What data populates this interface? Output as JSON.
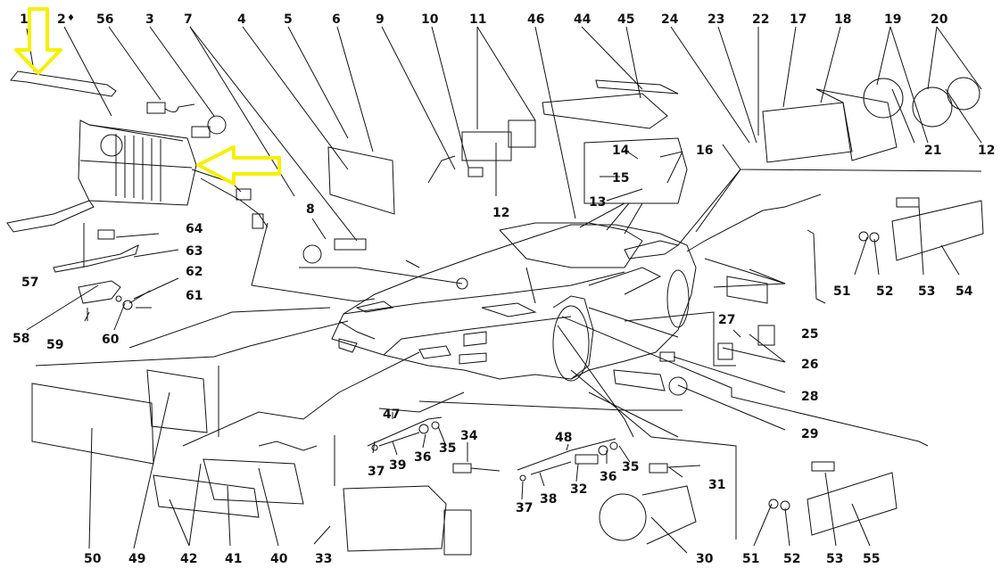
{
  "diagram": {
    "title": "Lighting system exploded parts diagram",
    "highlight_color": "#f5f000",
    "line_color": "#111111",
    "callouts": [
      {
        "id": "c1",
        "text": "1"
      },
      {
        "id": "c2",
        "text": "2"
      },
      {
        "id": "c2sym",
        "text": "♦"
      },
      {
        "id": "c56",
        "text": "56"
      },
      {
        "id": "c3",
        "text": "3"
      },
      {
        "id": "c7",
        "text": "7"
      },
      {
        "id": "c4",
        "text": "4"
      },
      {
        "id": "c5",
        "text": "5"
      },
      {
        "id": "c6",
        "text": "6"
      },
      {
        "id": "c9",
        "text": "9"
      },
      {
        "id": "c10",
        "text": "10"
      },
      {
        "id": "c11",
        "text": "11"
      },
      {
        "id": "c46",
        "text": "46"
      },
      {
        "id": "c44",
        "text": "44"
      },
      {
        "id": "c45",
        "text": "45"
      },
      {
        "id": "c24",
        "text": "24"
      },
      {
        "id": "c23",
        "text": "23"
      },
      {
        "id": "c22",
        "text": "22"
      },
      {
        "id": "c17",
        "text": "17"
      },
      {
        "id": "c18",
        "text": "18"
      },
      {
        "id": "c19",
        "text": "19"
      },
      {
        "id": "c20",
        "text": "20"
      },
      {
        "id": "c21",
        "text": "21"
      },
      {
        "id": "c12a",
        "text": "12"
      },
      {
        "id": "c16",
        "text": "16"
      },
      {
        "id": "c14",
        "text": "14"
      },
      {
        "id": "c15",
        "text": "15"
      },
      {
        "id": "c13",
        "text": "13"
      },
      {
        "id": "c12b",
        "text": "12"
      },
      {
        "id": "c8",
        "text": "8"
      },
      {
        "id": "c64",
        "text": "64"
      },
      {
        "id": "c63",
        "text": "63"
      },
      {
        "id": "c62",
        "text": "62"
      },
      {
        "id": "c61",
        "text": "61"
      },
      {
        "id": "c57",
        "text": "57"
      },
      {
        "id": "c58",
        "text": "58"
      },
      {
        "id": "c59",
        "text": "59"
      },
      {
        "id": "c60",
        "text": "60"
      },
      {
        "id": "c51a",
        "text": "51"
      },
      {
        "id": "c52a",
        "text": "52"
      },
      {
        "id": "c53a",
        "text": "53"
      },
      {
        "id": "c54",
        "text": "54"
      },
      {
        "id": "c25",
        "text": "25"
      },
      {
        "id": "c27",
        "text": "27"
      },
      {
        "id": "c26",
        "text": "26"
      },
      {
        "id": "c28",
        "text": "28"
      },
      {
        "id": "c29",
        "text": "29"
      },
      {
        "id": "c47",
        "text": "47"
      },
      {
        "id": "c35a",
        "text": "35"
      },
      {
        "id": "c36a",
        "text": "36"
      },
      {
        "id": "c39",
        "text": "39"
      },
      {
        "id": "c37a",
        "text": "37"
      },
      {
        "id": "c34",
        "text": "34"
      },
      {
        "id": "c48",
        "text": "48"
      },
      {
        "id": "c35b",
        "text": "35"
      },
      {
        "id": "c36b",
        "text": "36"
      },
      {
        "id": "c32",
        "text": "32"
      },
      {
        "id": "c38",
        "text": "38"
      },
      {
        "id": "c37b",
        "text": "37"
      },
      {
        "id": "c31",
        "text": "31"
      },
      {
        "id": "c30",
        "text": "30"
      },
      {
        "id": "c33",
        "text": "33"
      },
      {
        "id": "c50",
        "text": "50"
      },
      {
        "id": "c49",
        "text": "49"
      },
      {
        "id": "c42",
        "text": "42"
      },
      {
        "id": "c41",
        "text": "41"
      },
      {
        "id": "c40",
        "text": "40"
      },
      {
        "id": "c51b",
        "text": "51"
      },
      {
        "id": "c52b",
        "text": "52"
      },
      {
        "id": "c53b",
        "text": "53"
      },
      {
        "id": "c55",
        "text": "55"
      }
    ],
    "highlights": [
      {
        "name": "arrow-down-to-part-1",
        "points_to": "1"
      },
      {
        "name": "arrow-left-to-headlamp",
        "points_to": "headlamp unit"
      }
    ]
  }
}
